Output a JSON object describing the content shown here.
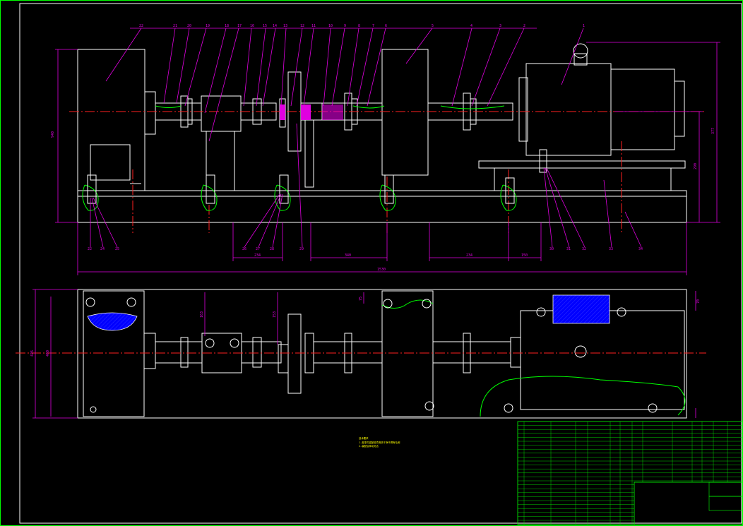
{
  "drawing": {
    "background": "#000000",
    "line_color": "#ffffff",
    "dimension_color": "#e000e0",
    "centerline_color": "#ff2020",
    "table_color": "#00ff00",
    "hatch_color": "#0000ff"
  },
  "balloons_top": [
    "22",
    "21",
    "20",
    "19",
    "18",
    "17",
    "16",
    "15",
    "14",
    "13",
    "12",
    "11",
    "10",
    "9",
    "8",
    "7",
    "6",
    "5",
    "4",
    "3",
    "2",
    "1"
  ],
  "balloons_bottom": [
    "22",
    "24",
    "25",
    "26",
    "27",
    "28",
    "29",
    "30",
    "31",
    "32",
    "33",
    "34"
  ],
  "dimensions": {
    "height_left": "940",
    "height_right": "377",
    "height_right_inner": "290",
    "width_total": "1530",
    "seg_a": "234",
    "seg_b": "340",
    "seg_c": "234",
    "seg_d": "150",
    "plan_h": "460",
    "plan_h_outer": "426",
    "plan_a": "163",
    "plan_b": "153",
    "plan_c": "75",
    "plan_d": "70"
  },
  "notes": {
    "title": "技术要求",
    "line1": "1.各零件装配前须清洗干净不得有毛刺",
    "line2": "2.装配后转动灵活"
  }
}
